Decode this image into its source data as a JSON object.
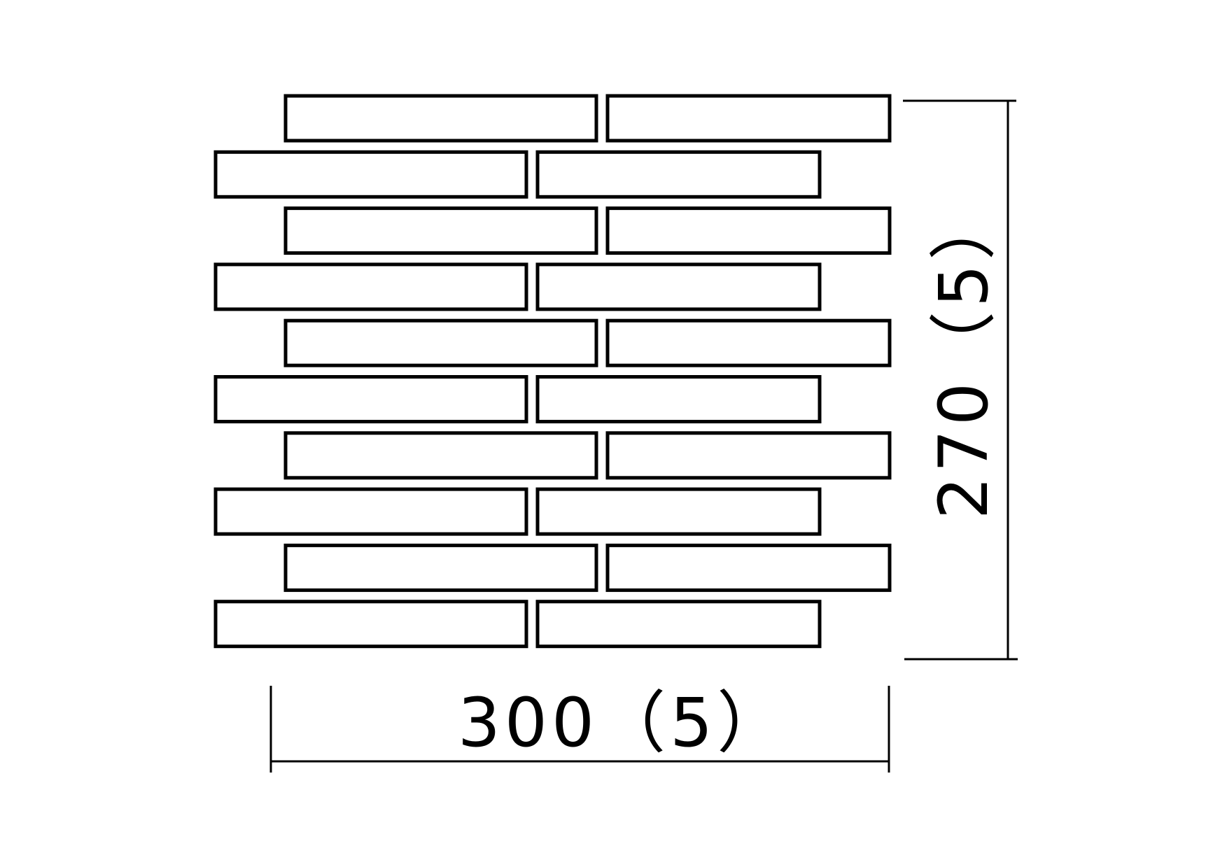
{
  "diagram": {
    "rows": [
      {
        "offset": "right",
        "tiles": 2
      },
      {
        "offset": "left",
        "tiles": 2
      },
      {
        "offset": "right",
        "tiles": 2
      },
      {
        "offset": "left",
        "tiles": 2
      },
      {
        "offset": "right",
        "tiles": 2
      },
      {
        "offset": "left",
        "tiles": 2
      },
      {
        "offset": "right",
        "tiles": 2
      },
      {
        "offset": "left",
        "tiles": 2
      },
      {
        "offset": "right",
        "tiles": 2
      },
      {
        "offset": "left",
        "tiles": 2
      }
    ],
    "width_label": "300（5）",
    "height_label": "270（5）",
    "stroke_color": "#000000",
    "fill_color": "#ffffff"
  }
}
